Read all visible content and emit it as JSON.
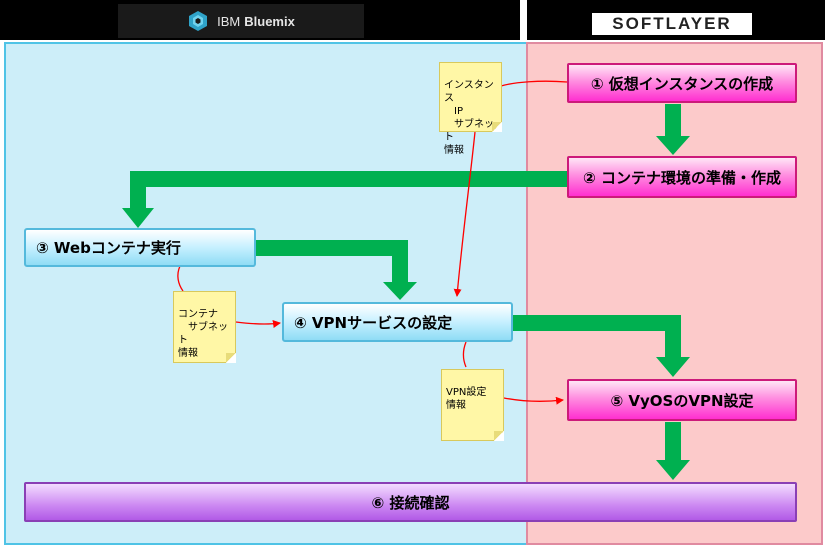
{
  "header": {
    "bluemix_logo": {
      "prefix": "IBM",
      "name": "Bluemix",
      "icon": "bluemix-icon"
    },
    "softlayer_logo": {
      "text": "SOFTLAYER"
    }
  },
  "steps": {
    "step1": "① 仮想インスタンスの作成",
    "step2": "② コンテナ環境の準備・作成",
    "step3": "③ Webコンテナ実行",
    "step4": "④ VPNサービスの設定",
    "step5": "⑤ VyOSのVPN設定",
    "step6": "⑥ 接続確認"
  },
  "notes": {
    "instance_ip": "インスタンス\n　IP\n　サブネット\n情報",
    "container_subnet": "コンテナ\n　サブネット\n情報",
    "vpn_settings": "VPN設定\n情報"
  },
  "colors": {
    "left_zone": "#cdeef9",
    "right_zone": "#fccaca",
    "arrow_green": "#00b050",
    "arrow_red": "#ff0000"
  }
}
